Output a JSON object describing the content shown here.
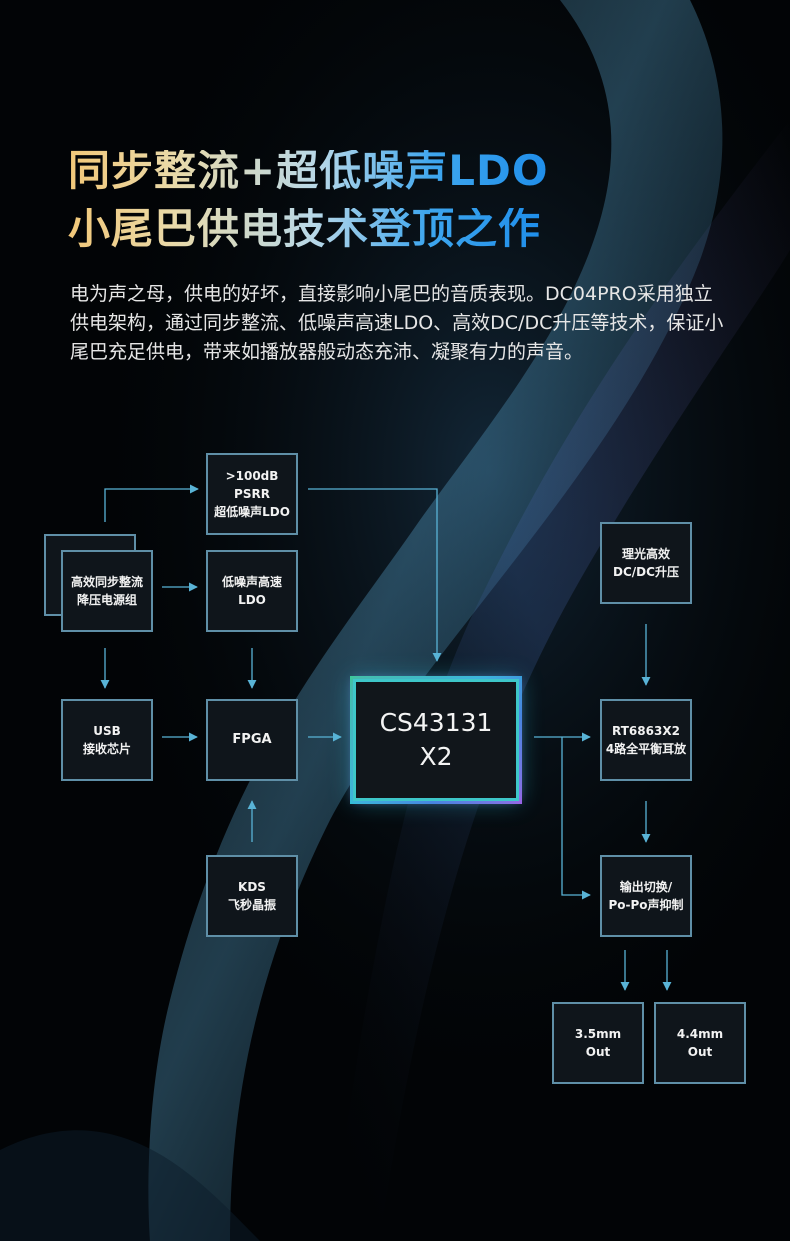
{
  "heading": {
    "line1": "同步整流+超低噪声LDO",
    "line2": "小尾巴供电技术登顶之作"
  },
  "intro_text": "电为声之母，供电的好坏，直接影响小尾巴的音质表现。DC04PRO采用独立供电架构，通过同步整流、低噪声高速LDO、高效DC/DC升压等技术，保证小尾巴充足供电，带来如播放器般动态充沛、凝聚有力的声音。",
  "diagram": {
    "psrr_ldo": {
      "line1": ">100dB PSRR",
      "line2": "超低噪声LDO"
    },
    "sync_buck": {
      "line1": "高效同步整流",
      "line2": "降压电源组"
    },
    "low_noise_ldo": {
      "line1": "低噪声高速",
      "line2": "LDO"
    },
    "usb_chip": {
      "line1": "USB",
      "line2": "接收芯片"
    },
    "fpga": {
      "line1": "FPGA"
    },
    "dac": {
      "line1": "CS43131",
      "line2": "X2"
    },
    "kds": {
      "line1": "KDS",
      "line2": "飞秒晶振"
    },
    "dcdc": {
      "line1": "理光高效",
      "line2": "DC/DC升压"
    },
    "amp": {
      "line1": "RT6863X2",
      "line2": "4路全平衡耳放"
    },
    "output_switch": {
      "line1": "输出切换/",
      "line2": "Po-Po声抑制"
    },
    "out35": {
      "line1": "3.5mm",
      "line2": "Out"
    },
    "out44": {
      "line1": "4.4mm",
      "line2": "Out"
    }
  },
  "colors": {
    "box_border": "#5f8fa7",
    "box_fill": "#0f151b",
    "arrow": "#59b3d6",
    "title_gold": "#f2c879",
    "title_blue": "#1f8eea"
  }
}
